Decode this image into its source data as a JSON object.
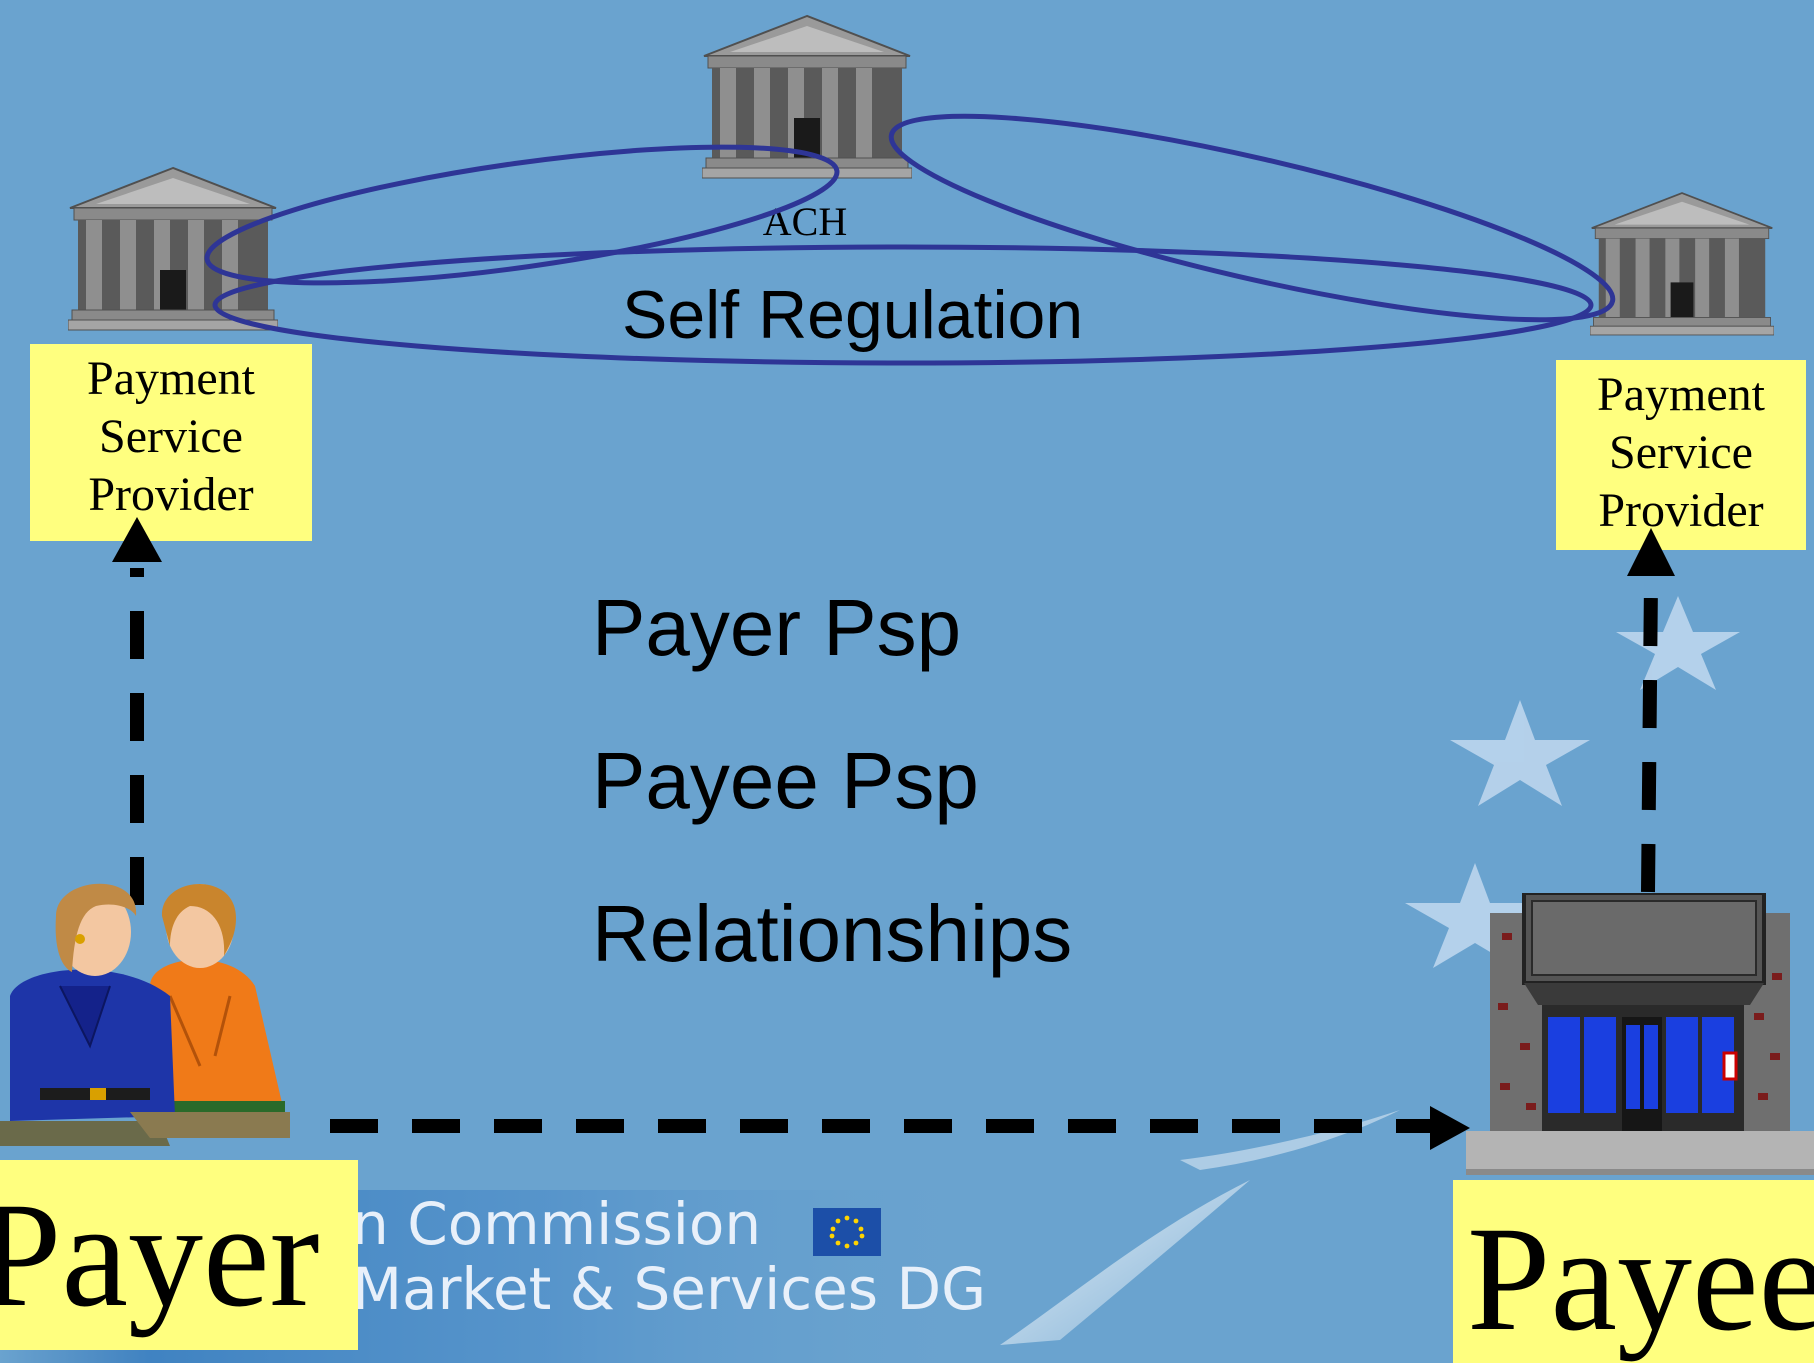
{
  "colors": {
    "background": "#6aa3cf",
    "label_box": "#ffff7f",
    "ellipse_stroke": "#2e3596",
    "arrow": "#000000",
    "bank_gray": "#7a7a7a"
  },
  "icons": [
    "bank-building-icon",
    "payer-people-icon",
    "payee-shop-icon",
    "star-icon",
    "eu-flag-icon"
  ],
  "nodes": {
    "ach": {
      "label": "ACH"
    },
    "left_psp": {
      "label_lines": [
        "Payment",
        "Service",
        "Provider"
      ]
    },
    "right_psp": {
      "label_lines": [
        "Payment",
        "Service",
        "Provider"
      ]
    },
    "payer": {
      "label": "Payer"
    },
    "payee": {
      "label": "Payee"
    }
  },
  "self_regulation": {
    "label": "Self Regulation"
  },
  "topics": [
    "Payer Psp",
    "Payee Psp",
    "Relationships"
  ],
  "footer": {
    "line1": "n Commission",
    "line2": "Market & Services DG"
  }
}
